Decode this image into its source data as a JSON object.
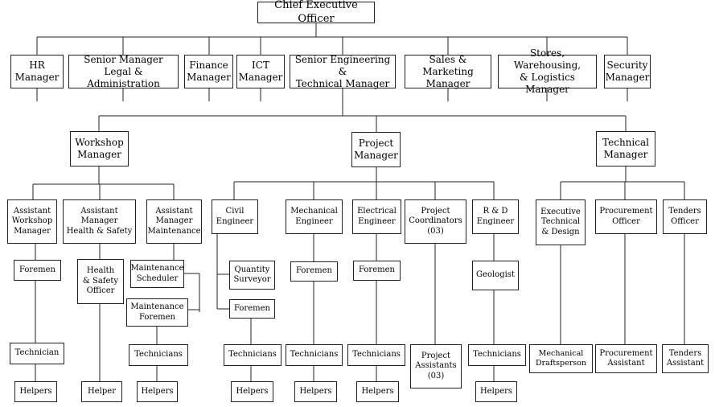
{
  "chart": {
    "ceo": "Chief Executive Officer",
    "hr": "HR\nManager",
    "legal": "Senior Manager\nLegal & Administration",
    "finance": "Finance\nManager",
    "ict": "ICT\nManager",
    "engineering": "Senior Engineering &\nTechnical Manager",
    "sales": "Sales & Marketing\nManager",
    "stores": "Stores, Warehousing,\n& Logistics Manager",
    "security": "Security\nManager",
    "workshop": "Workshop\nManager",
    "project": "Project\nManager",
    "technical": "Technical\nManager",
    "asst_workshop": "Assistant\nWorkshop\nManager",
    "asst_hs": "Assistant\nManager\nHealth & Safety",
    "asst_maint": "Assistant\nManager\nMaintenance",
    "civil": "Civil\nEngineer",
    "mechanical": "Mechanical\nEngineer",
    "electrical": "Electrical\nEngineer",
    "coordinators": "Project\nCoordinators\n(03)",
    "rnd": "R & D\nEngineer",
    "exec_design": "Executive\nTechnical\n& Design",
    "procurement": "Procurement\nOfficer",
    "tenders": "Tenders\nOfficer",
    "foremen": "Foremen",
    "hs_officer": "Health\n& Safety\nOfficer",
    "maint_scheduler": "Maintenance\nScheduler",
    "maint_foremen": "Maintenance\nForemen",
    "quantity_surveyor": "Quantity\nSurveyor",
    "geologist": "Geologist",
    "technician": "Technician",
    "technicians": "Technicians",
    "helpers": "Helpers",
    "helper": "Helper",
    "project_assistants": "Project\nAssistants\n(03)",
    "draftsperson": "Mechanical\nDraftsperson",
    "proc_assistant": "Procurement\nAssistant",
    "tenders_assistant": "Tenders\nAssistant"
  }
}
